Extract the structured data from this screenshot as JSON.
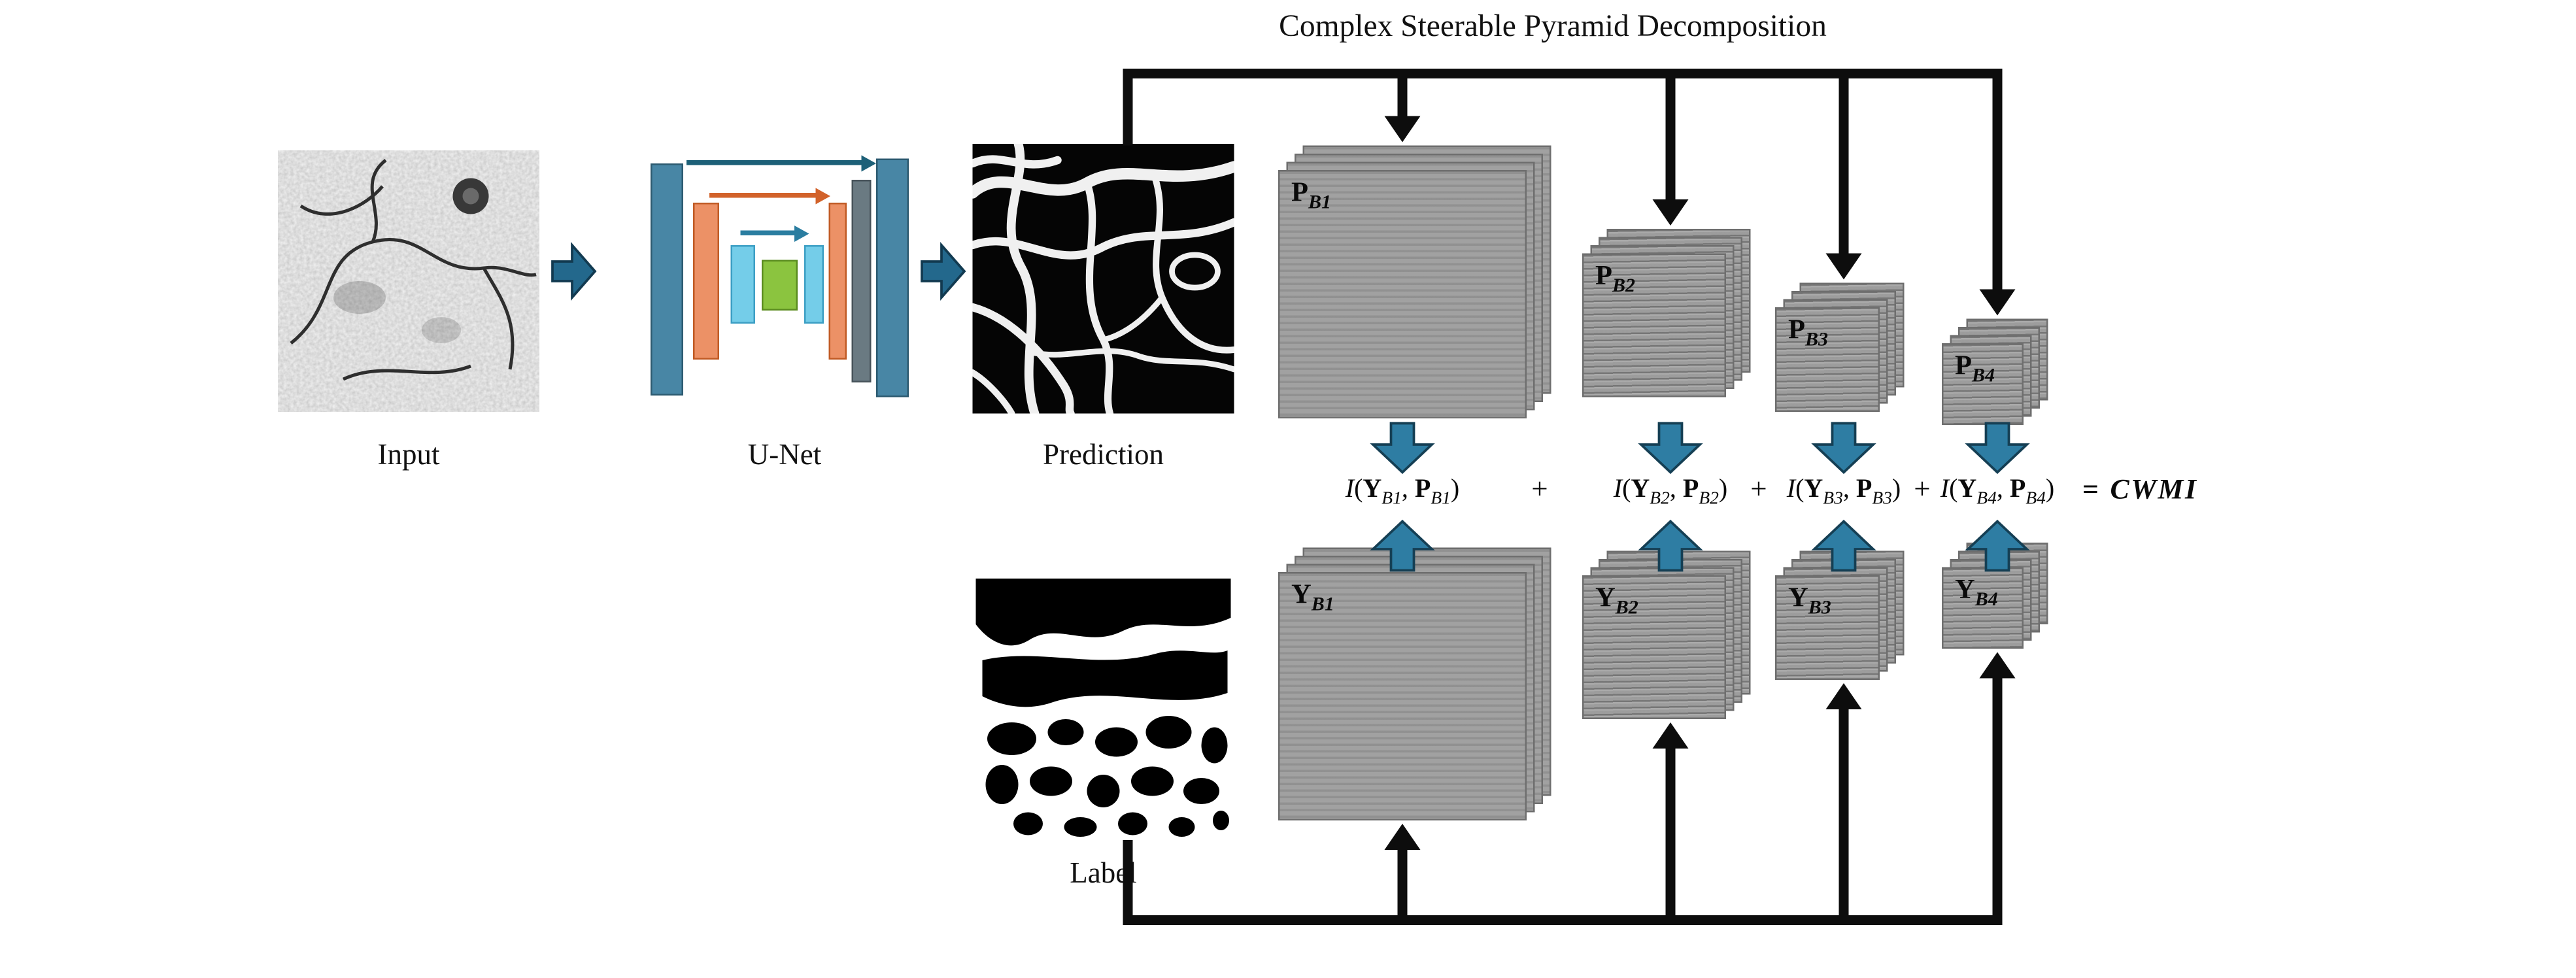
{
  "title": "Complex Steerable Pyramid Decomposition",
  "captions": {
    "input": "Input",
    "unet": "U-Net",
    "prediction": "Prediction",
    "label": "Label"
  },
  "stacks": {
    "p": [
      {
        "base": "P",
        "sub": "B1"
      },
      {
        "base": "P",
        "sub": "B2"
      },
      {
        "base": "P",
        "sub": "B3"
      },
      {
        "base": "P",
        "sub": "B4"
      }
    ],
    "y": [
      {
        "base": "Y",
        "sub": "B1"
      },
      {
        "base": "Y",
        "sub": "B2"
      },
      {
        "base": "Y",
        "sub": "B3"
      },
      {
        "base": "Y",
        "sub": "B4"
      }
    ]
  },
  "formula": {
    "terms": [
      {
        "func": "I",
        "open": "(",
        "y": "Y",
        "ysub": "B1",
        "sep": ", ",
        "p": "P",
        "psub": "B1",
        "close": ")"
      },
      {
        "func": "I",
        "open": "(",
        "y": "Y",
        "ysub": "B2",
        "sep": ", ",
        "p": "P",
        "psub": "B2",
        "close": ")"
      },
      {
        "func": "I",
        "open": "(",
        "y": "Y",
        "ysub": "B3",
        "sep": ", ",
        "p": "P",
        "psub": "B3",
        "close": ")"
      },
      {
        "func": "I",
        "open": "(",
        "y": "Y",
        "ysub": "B4",
        "sep": ", ",
        "p": "P",
        "psub": "B4",
        "close": ")"
      }
    ],
    "plus": "+",
    "equals": "=",
    "result": "CWMI"
  },
  "colors": {
    "accent_teal": "#2e7da3",
    "connector_black": "#0d0d0d",
    "stack_gray": "#9d9d9d",
    "unet_blue": "#4886a5",
    "unet_orange": "#ec9166",
    "unet_cyan": "#74cde9",
    "unet_green": "#8bc43f",
    "unet_gray": "#6a7a82"
  }
}
